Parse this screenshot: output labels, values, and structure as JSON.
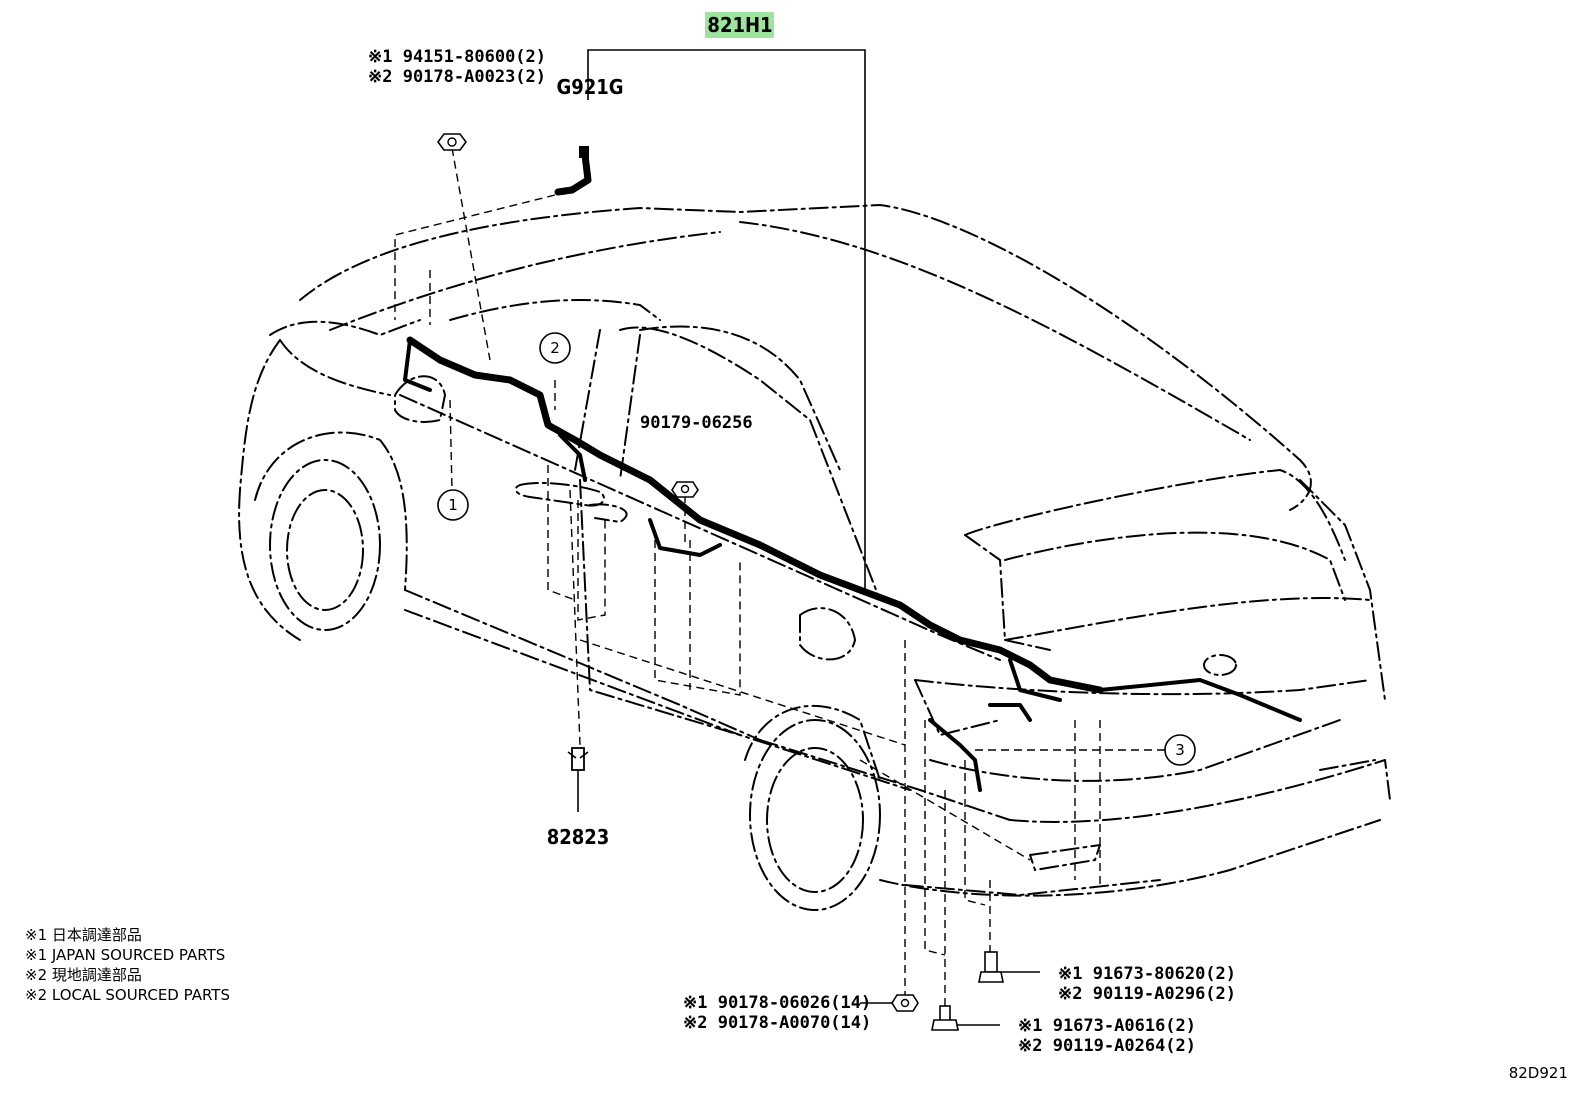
{
  "diagram": {
    "main_part": "821H1",
    "main_part_highlight": "#9ee39e",
    "callouts": {
      "connector": "G921G",
      "clip": "82823",
      "drawing_code": "82D921",
      "nut_top": [
        "※1 94151-80600(2)",
        "※2 90178-A0023(2)"
      ],
      "clamp_mid": "90179-06256",
      "bolt_bottom_left": [
        "※1 90178-06026(14)",
        "※2 90178-A0070(14)"
      ],
      "bolt_right_upper": [
        "※1 91673-80620(2)",
        "※2 90119-A0296(2)"
      ],
      "bolt_right_lower": [
        "※1 91673-A0616(2)",
        "※2 90119-A0264(2)"
      ]
    },
    "circle_refs": [
      "1",
      "2",
      "3"
    ],
    "notes": [
      "※1 日本調達部品",
      "※1 JAPAN SOURCED PARTS",
      "※2 現地調達部品",
      "※2 LOCAL SOURCED PARTS"
    ]
  }
}
